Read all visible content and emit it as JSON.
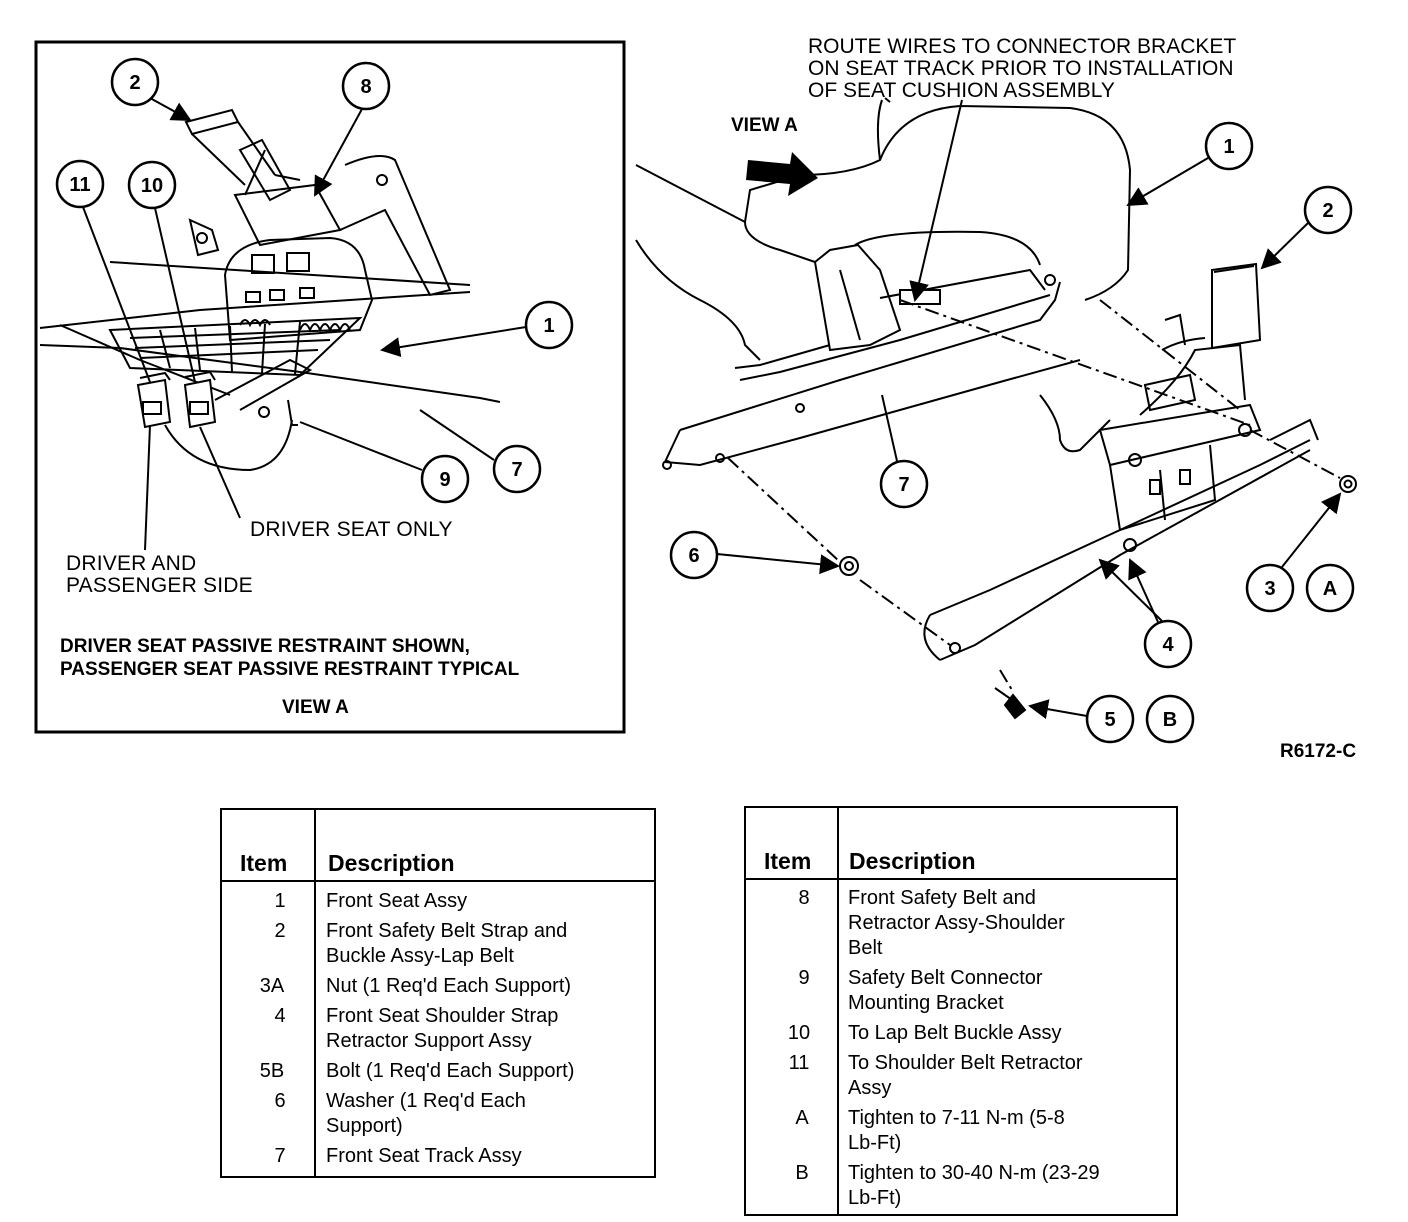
{
  "view_a_box": {
    "caption_line1": "DRIVER SEAT PASSIVE RESTRAINT SHOWN,",
    "caption_line2": "PASSENGER SEAT PASSIVE RESTRAINT TYPICAL",
    "view_label": "VIEW A",
    "driver_seat_only": "DRIVER SEAT ONLY",
    "driver_passenger_line1": "DRIVER AND",
    "driver_passenger_line2": "PASSENGER SIDE",
    "callouts": [
      "2",
      "8",
      "11",
      "10",
      "1",
      "7",
      "9"
    ]
  },
  "main_view": {
    "route_note_line1": "ROUTE WIRES TO CONNECTOR BRACKET",
    "route_note_line2": "ON SEAT TRACK PRIOR TO INSTALLATION",
    "route_note_line3": "OF SEAT CUSHION ASSEMBLY",
    "view_a_arrow_label": "VIEW A",
    "callouts": [
      "1",
      "2",
      "7",
      "6",
      "3",
      "A",
      "4",
      "5",
      "B"
    ]
  },
  "figure_id": "R6172-C",
  "legend_left": {
    "header_item": "Item",
    "header_desc": "Description",
    "rows": [
      {
        "item": "1",
        "desc": "Front Seat Assy"
      },
      {
        "item": "2",
        "desc": "Front Safety Belt Strap and\nBuckle Assy-Lap Belt"
      },
      {
        "item": "3A",
        "desc": "Nut (1 Req'd Each Support)"
      },
      {
        "item": "4",
        "desc": "Front Seat Shoulder Strap\nRetractor Support Assy"
      },
      {
        "item": "5B",
        "desc": "Bolt (1 Req'd Each Support)"
      },
      {
        "item": "6",
        "desc": "Washer (1 Req'd Each\nSupport)"
      },
      {
        "item": "7",
        "desc": "Front Seat Track Assy"
      }
    ]
  },
  "legend_right": {
    "header_item": "Item",
    "header_desc": "Description",
    "rows": [
      {
        "item": "8",
        "desc": "Front Safety Belt and\nRetractor Assy-Shoulder\nBelt"
      },
      {
        "item": "9",
        "desc": "Safety Belt Connector\nMounting Bracket"
      },
      {
        "item": "10",
        "desc": "To Lap Belt Buckle Assy"
      },
      {
        "item": "11",
        "desc": "To Shoulder Belt Retractor\nAssy"
      },
      {
        "item": "A",
        "desc": "Tighten to 7-11 N-m (5-8\nLb-Ft)"
      },
      {
        "item": "B",
        "desc": "Tighten to 30-40 N-m (23-29\nLb-Ft)"
      }
    ]
  }
}
